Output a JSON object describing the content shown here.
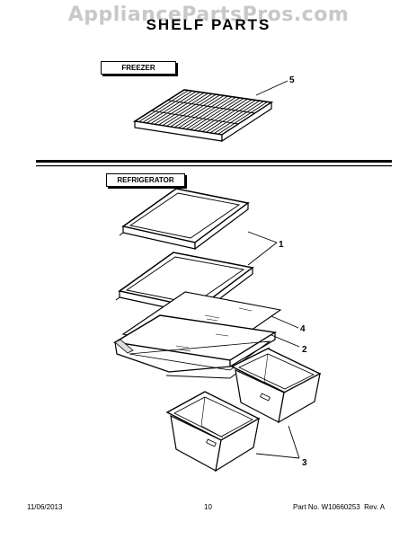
{
  "watermark": "AppliancePartsPros.com",
  "title": "SHELF PARTS",
  "sections": {
    "freezer_label": "FREEZER",
    "refrigerator_label": "REFRIGERATOR"
  },
  "callouts": [
    "5",
    "1",
    "4",
    "2",
    "3"
  ],
  "footer": {
    "date": "11/06/2013",
    "page": "10",
    "part_number": "Part No. W10660253  Rev. A"
  }
}
